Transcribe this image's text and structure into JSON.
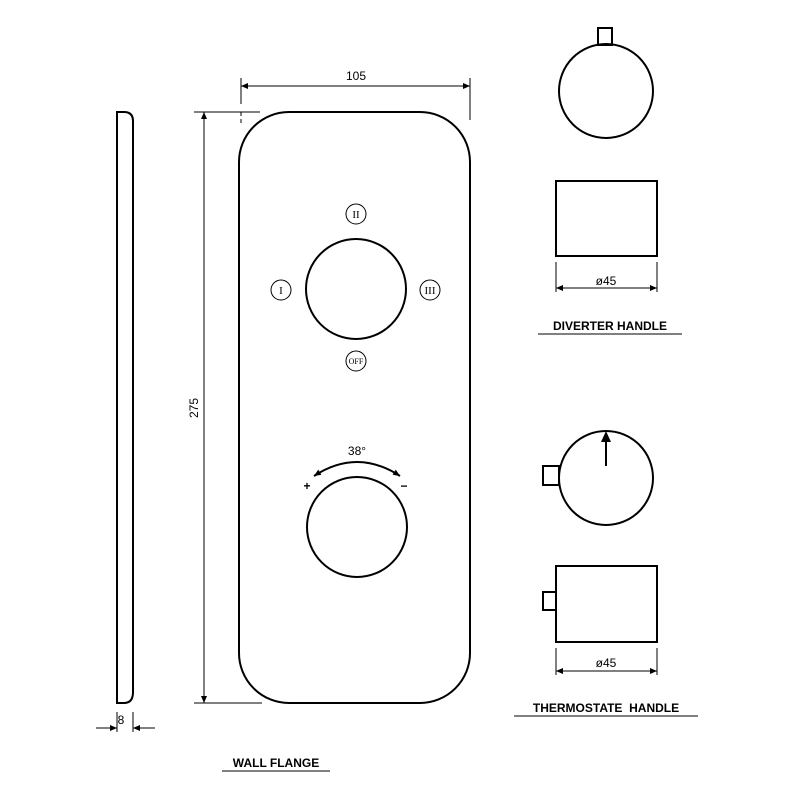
{
  "wall_flange": {
    "caption": "WALL FLANGE",
    "width_label": "105",
    "height_label": "275",
    "thickness_label": "8",
    "positions": {
      "one": "I",
      "two": "II",
      "three": "III",
      "off": "OFF"
    },
    "rotation_label": "38°",
    "plus_label": "+",
    "minus_label": "−"
  },
  "diverter_handle": {
    "caption": "DIVERTER HANDLE",
    "diameter_label": "ø45"
  },
  "thermostat_handle": {
    "caption": "THERMOSTATE  HANDLE",
    "diameter_label": "ø45"
  }
}
